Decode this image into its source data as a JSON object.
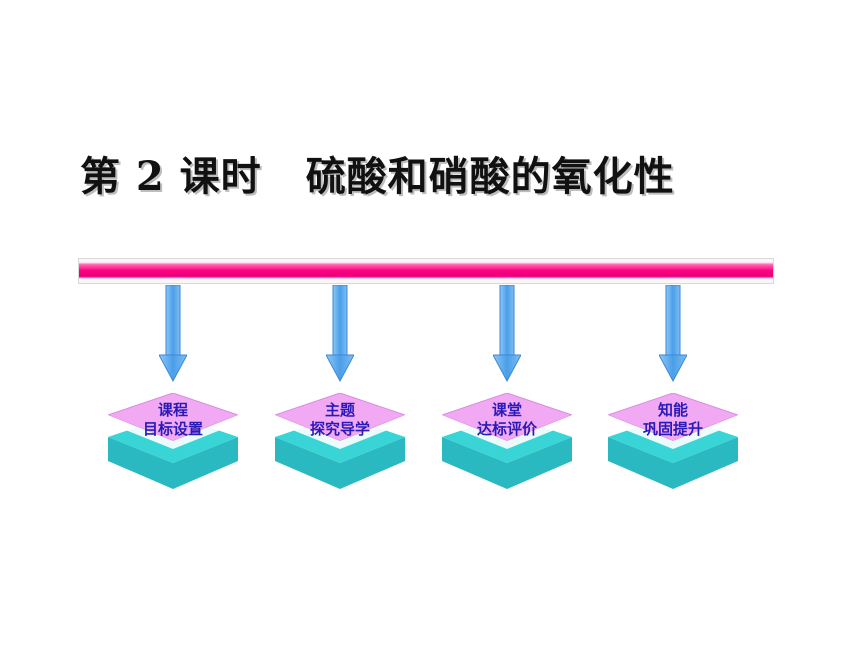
{
  "title": {
    "part1": "第 2 课时",
    "part2": "硫酸和硝酸的氧化性"
  },
  "colors": {
    "bar": "#ff0080",
    "arrow": "#5aa8ee",
    "diamond_top": "#f4a6f4",
    "diamond_bottom": "#3ad1d1",
    "label": "#2a1ab8"
  },
  "nodes": [
    {
      "line1": "课程",
      "line2": "目标设置"
    },
    {
      "line1": "主题",
      "line2": "探究导学"
    },
    {
      "line1": "课堂",
      "line2": "达标评价"
    },
    {
      "line1": "知能",
      "line2": "巩固提升"
    }
  ]
}
